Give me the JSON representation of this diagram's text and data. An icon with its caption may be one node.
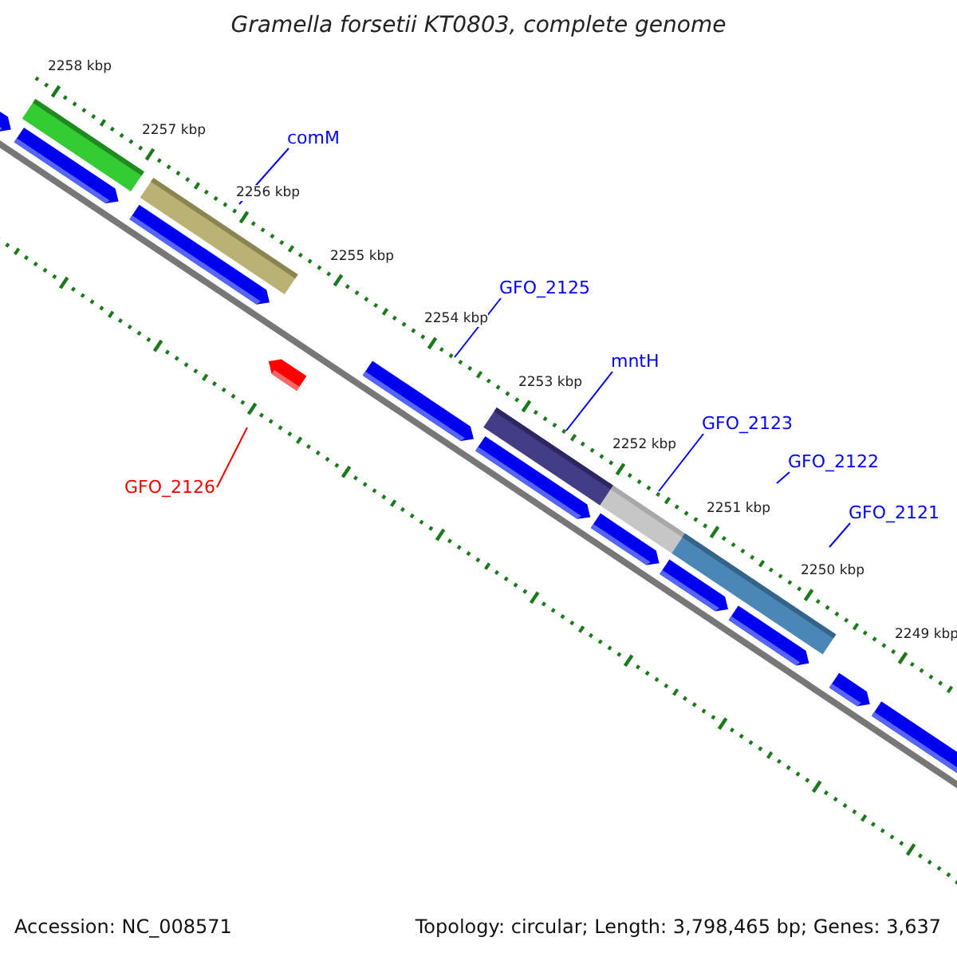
{
  "diagram": {
    "title": "Gramella forsetii KT0803, complete genome",
    "nodes": [
      {
        "text": [
          "comM"
        ]
      },
      {
        "text": [
          "GFO_2125"
        ]
      },
      {
        "text": [
          "mntH"
        ]
      },
      {
        "text": [
          "GFO_2123"
        ]
      },
      {
        "text": [
          "GFO_2122"
        ]
      },
      {
        "text": [
          "GFO_2126"
        ]
      },
      {
        "text": [
          "GFO_2121"
        ]
      }
    ],
    "edges": [
      {
        "from": 0,
        "to": null,
        "arrow": "none"
      },
      {
        "from": 1,
        "to": null,
        "arrow": "none"
      },
      {
        "from": 2,
        "to": null,
        "arrow": "none"
      },
      {
        "from": 3,
        "to": null,
        "arrow": "none"
      },
      {
        "from": 4,
        "to": null,
        "arrow": "none"
      },
      {
        "from": 5,
        "to": null,
        "arrow": "none",
        "color": "#ee0000"
      },
      {
        "from": 6,
        "to": null,
        "arrow": "none"
      }
    ],
    "labels": [
      "2258 kbp",
      "2257 kbp",
      "2256 kbp",
      "2255 kbp",
      "2254 kbp",
      "2253 kbp",
      "2252 kbp",
      "2251 kbp",
      "2250 kbp",
      "2249 kbp",
      "Accession: NC_008571",
      "Topology: circular; Length: 3,798,465 bp; Genes: 3,637"
    ]
  }
}
